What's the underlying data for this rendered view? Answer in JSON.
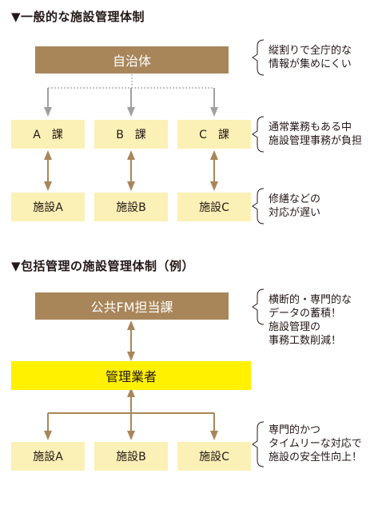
{
  "section1": {
    "heading": "▼一般的な施設管理体制",
    "top_box": "自治体",
    "mid_boxes": [
      "A　課",
      "B　課",
      "C　課"
    ],
    "bottom_boxes": [
      "施設A",
      "施設B",
      "施設C"
    ],
    "notes": [
      [
        "縦割りで全庁的な",
        "情報が集めにくい"
      ],
      [
        "通常業務もある中",
        "施設管理事務が負担"
      ],
      [
        "修繕などの",
        "対応が遅い"
      ]
    ]
  },
  "section2": {
    "heading": "▼包括管理の施設管理体制（例）",
    "top_box": "公共FM担当課",
    "mid_box": "管理業者",
    "bottom_boxes": [
      "施設A",
      "施設B",
      "施設C"
    ],
    "notes": [
      [
        "横断的・専門的な",
        "データの蓄積！",
        "施設管理の",
        "事務工数削減！"
      ],
      [
        "専門的かつ",
        "タイムリーな対応で",
        "施設の安全性向上！"
      ]
    ]
  },
  "colors": {
    "brown": "#a8865a",
    "cream": "#fbf0b6",
    "yellow": "#fff100",
    "gray_arrow": "#9fa0a0",
    "text": "#231815"
  }
}
